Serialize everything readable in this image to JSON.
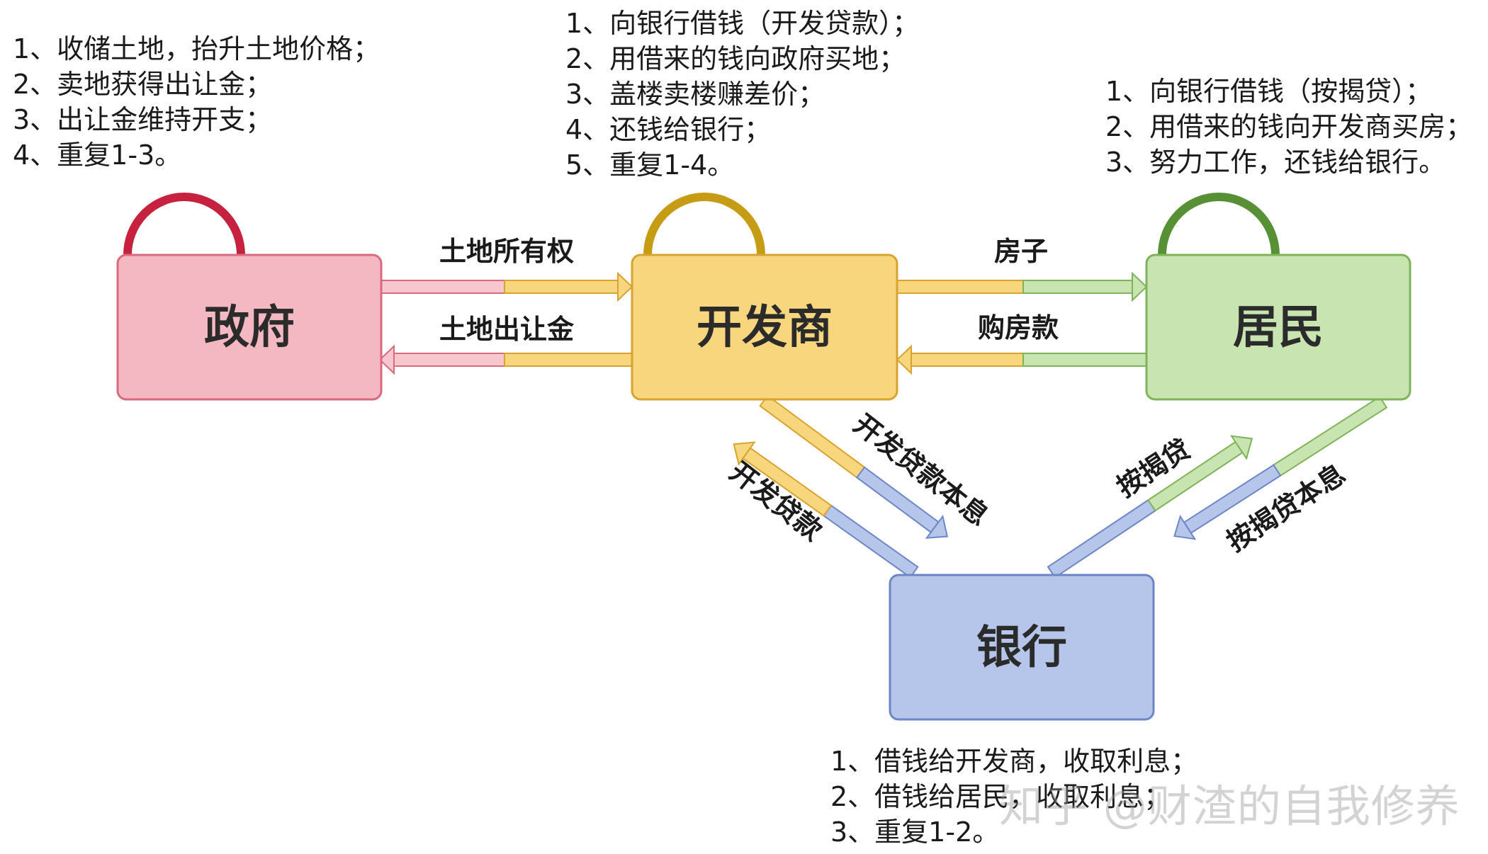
{
  "nodes": {
    "government": {
      "label": "政府",
      "fill": "#F4B8C3",
      "stroke": "#D9697F",
      "loop": "#C6213E"
    },
    "developer": {
      "label": "开发商",
      "fill": "#F7D67E",
      "stroke": "#D7A430",
      "loop": "#C59C13"
    },
    "residents": {
      "label": "居民",
      "fill": "#C8E5B1",
      "stroke": "#7FB35A",
      "loop": "#579035"
    },
    "bank": {
      "label": "银行",
      "fill": "#B5C6EA",
      "stroke": "#6D86C6"
    }
  },
  "edges": {
    "land_ownership": "土地所有权",
    "land_premium": "土地出让金",
    "house": "房子",
    "purchase_payment": "购房款",
    "dev_loan": "开发贷款",
    "dev_loan_interest": "开发贷款本息",
    "mortgage": "按揭贷",
    "mortgage_interest": "按揭贷本息"
  },
  "notes": {
    "government": [
      "1、收储土地，抬升土地价格；",
      "2、卖地获得出让金；",
      "3、出让金维持开支；",
      "4、重复1-3。"
    ],
    "developer": [
      "1、向银行借钱（开发贷款）；",
      "2、用借来的钱向政府买地；",
      "3、盖楼卖楼赚差价；",
      "4、还钱给银行；",
      "5、重复1-4。"
    ],
    "residents": [
      "1、向银行借钱（按揭贷）；",
      "2、用借来的钱向开发商买房；",
      "3、努力工作，还钱给银行。"
    ],
    "bank": [
      "1、借钱给开发商，收取利息；",
      "2、借钱给居民，收取利息；",
      "3、重复1-2。"
    ]
  },
  "watermark": "知乎 @财渣的自我修养"
}
